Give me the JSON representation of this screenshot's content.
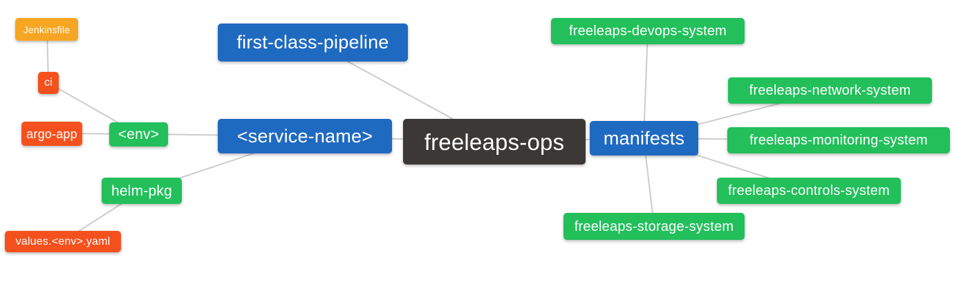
{
  "colors": {
    "blue": "#1f6ac1",
    "green": "#22bf5b",
    "red": "#f4511e",
    "amber": "#f6a623",
    "dark": "#3b3835",
    "edge": "#cccccc",
    "text": "#ffffff",
    "background": "#ffffff"
  },
  "nodes": {
    "root": {
      "label": "freeleaps-ops",
      "color": "dark"
    },
    "first_class_pipeline": {
      "label": "first-class-pipeline",
      "color": "blue"
    },
    "service_name": {
      "label": "<service-name>",
      "color": "blue"
    },
    "manifests": {
      "label": "manifests",
      "color": "blue"
    },
    "env": {
      "label": "<env>",
      "color": "green"
    },
    "helm_pkg": {
      "label": "helm-pkg",
      "color": "green"
    },
    "ci": {
      "label": "ci",
      "color": "red"
    },
    "argo_app": {
      "label": "argo-app",
      "color": "red"
    },
    "jenkinsfile": {
      "label": "Jenkinsfile",
      "color": "amber"
    },
    "values_env_yaml": {
      "label": "values.<env>.yaml",
      "color": "red"
    },
    "devops_system": {
      "label": "freeleaps-devops-system",
      "color": "green"
    },
    "network_system": {
      "label": "freeleaps-network-system",
      "color": "green"
    },
    "monitoring_system": {
      "label": "freeleaps-monitoring-system",
      "color": "green"
    },
    "controls_system": {
      "label": "freeleaps-controls-system",
      "color": "green"
    },
    "storage_system": {
      "label": "freeleaps-storage-system",
      "color": "green"
    }
  },
  "edges": [
    {
      "from": "root",
      "to": "first_class_pipeline"
    },
    {
      "from": "root",
      "to": "service_name"
    },
    {
      "from": "root",
      "to": "manifests"
    },
    {
      "from": "service_name",
      "to": "env"
    },
    {
      "from": "service_name",
      "to": "helm_pkg"
    },
    {
      "from": "env",
      "to": "ci"
    },
    {
      "from": "env",
      "to": "argo_app"
    },
    {
      "from": "ci",
      "to": "jenkinsfile"
    },
    {
      "from": "helm_pkg",
      "to": "values_env_yaml"
    },
    {
      "from": "manifests",
      "to": "devops_system"
    },
    {
      "from": "manifests",
      "to": "network_system"
    },
    {
      "from": "manifests",
      "to": "monitoring_system"
    },
    {
      "from": "manifests",
      "to": "controls_system"
    },
    {
      "from": "manifests",
      "to": "storage_system"
    }
  ]
}
